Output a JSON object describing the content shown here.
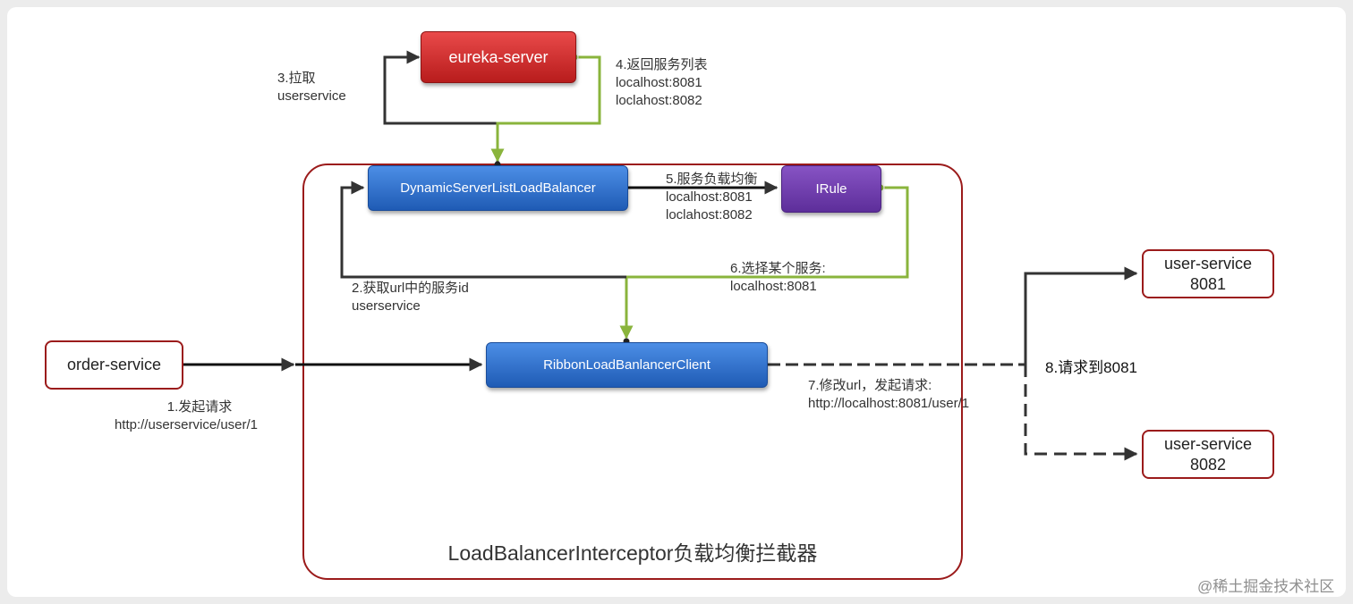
{
  "interceptor": {
    "title": "LoadBalancerInterceptor负载均衡拦截器"
  },
  "nodes": {
    "eureka_server": "eureka-server",
    "dynamic_lb": "DynamicServerListLoadBalancer",
    "irule": "IRule",
    "ribbon_client": "RibbonLoadBanlancerClient",
    "order_service": "order-service",
    "user_service_8081": [
      "user-service",
      "8081"
    ],
    "user_service_8082": [
      "user-service",
      "8082"
    ]
  },
  "steps": {
    "step1": [
      "1.发起请求",
      "http://userservice/user/1"
    ],
    "step2": [
      "2.获取url中的服务id",
      "userservice"
    ],
    "step3": [
      "3.拉取",
      "userservice"
    ],
    "step4": [
      "4.返回服务列表",
      "localhost:8081",
      "loclahost:8082"
    ],
    "step5": [
      "5.服务负载均衡",
      "localhost:8081",
      "loclahost:8082"
    ],
    "step6": [
      "6.选择某个服务:",
      "localhost:8081"
    ],
    "step7": [
      "7.修改url，发起请求:",
      "http://localhost:8081/user/1"
    ],
    "step8": "8.请求到8081"
  },
  "colors": {
    "frame": "#9b1b1b",
    "green_line": "#8ab43c",
    "dark_line": "#333333"
  },
  "watermark": "@稀土掘金技术社区"
}
